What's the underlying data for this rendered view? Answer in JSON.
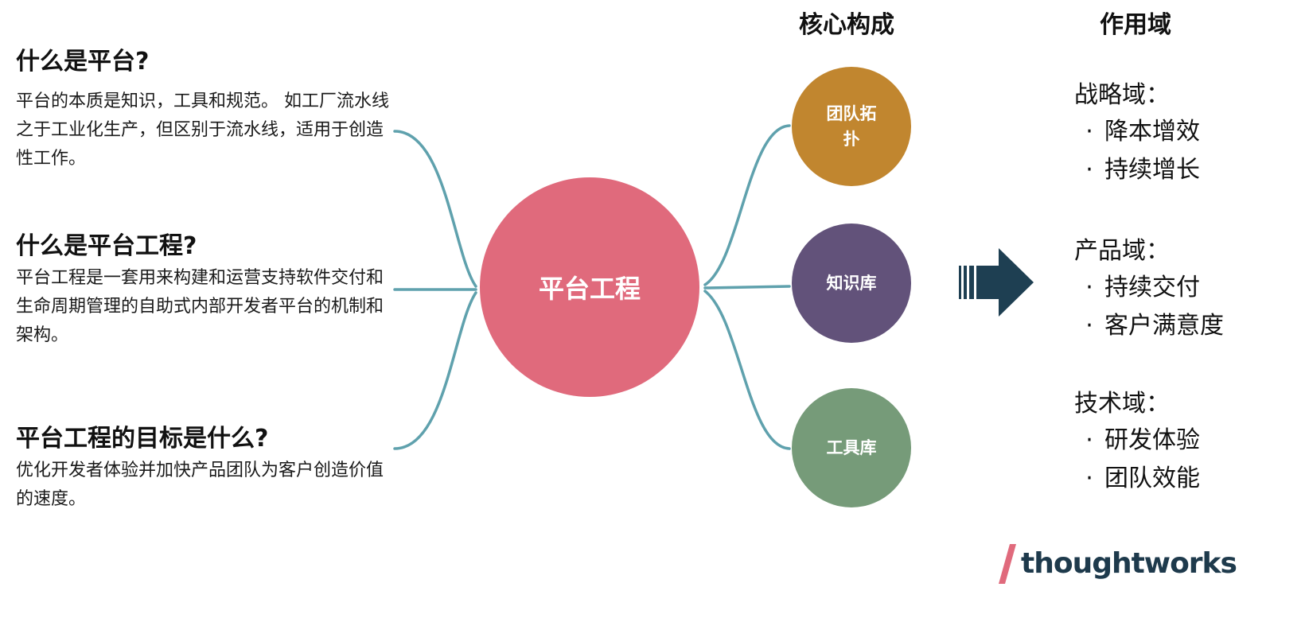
{
  "questions": [
    {
      "title": "什么是平台?",
      "body": "平台的本质是知识，工具和规范。 如工厂流水线之于工业化生产，但区别于流水线，适用于创造性工作。"
    },
    {
      "title": "什么是平台工程?",
      "body": "平台工程是一套用来构建和运营支持软件交付和生命周期管理的自助式内部开发者平台的机制和架构。"
    },
    {
      "title": "平台工程的目标是什么?",
      "body": "优化开发者体验并加快产品团队为客户创造价值的速度。"
    }
  ],
  "center": {
    "label": "平台工程",
    "color": "#e06a7c"
  },
  "core": {
    "header": "核心构成",
    "items": [
      {
        "label": "团队拓扑",
        "color": "#c1862f"
      },
      {
        "label": "知识库",
        "color": "#62527a"
      },
      {
        "label": "工具库",
        "color": "#769b79"
      }
    ]
  },
  "scope": {
    "header": "作用域",
    "bullet": "·",
    "groups": [
      {
        "title": "战略域：",
        "items": [
          "降本增效",
          "持续增长"
        ]
      },
      {
        "title": "产品域：",
        "items": [
          "持续交付",
          "客户满意度"
        ]
      },
      {
        "title": "技术域：",
        "items": [
          "研发体验",
          "团队效能"
        ]
      }
    ]
  },
  "arrow": {
    "color": "#1e3f52",
    "icon": "right-arrow-icon"
  },
  "connector_color": "#5fa1ad",
  "logo": {
    "text": "thoughtworks",
    "slash_color": "#e06a7c",
    "text_color": "#1e3a4c"
  }
}
